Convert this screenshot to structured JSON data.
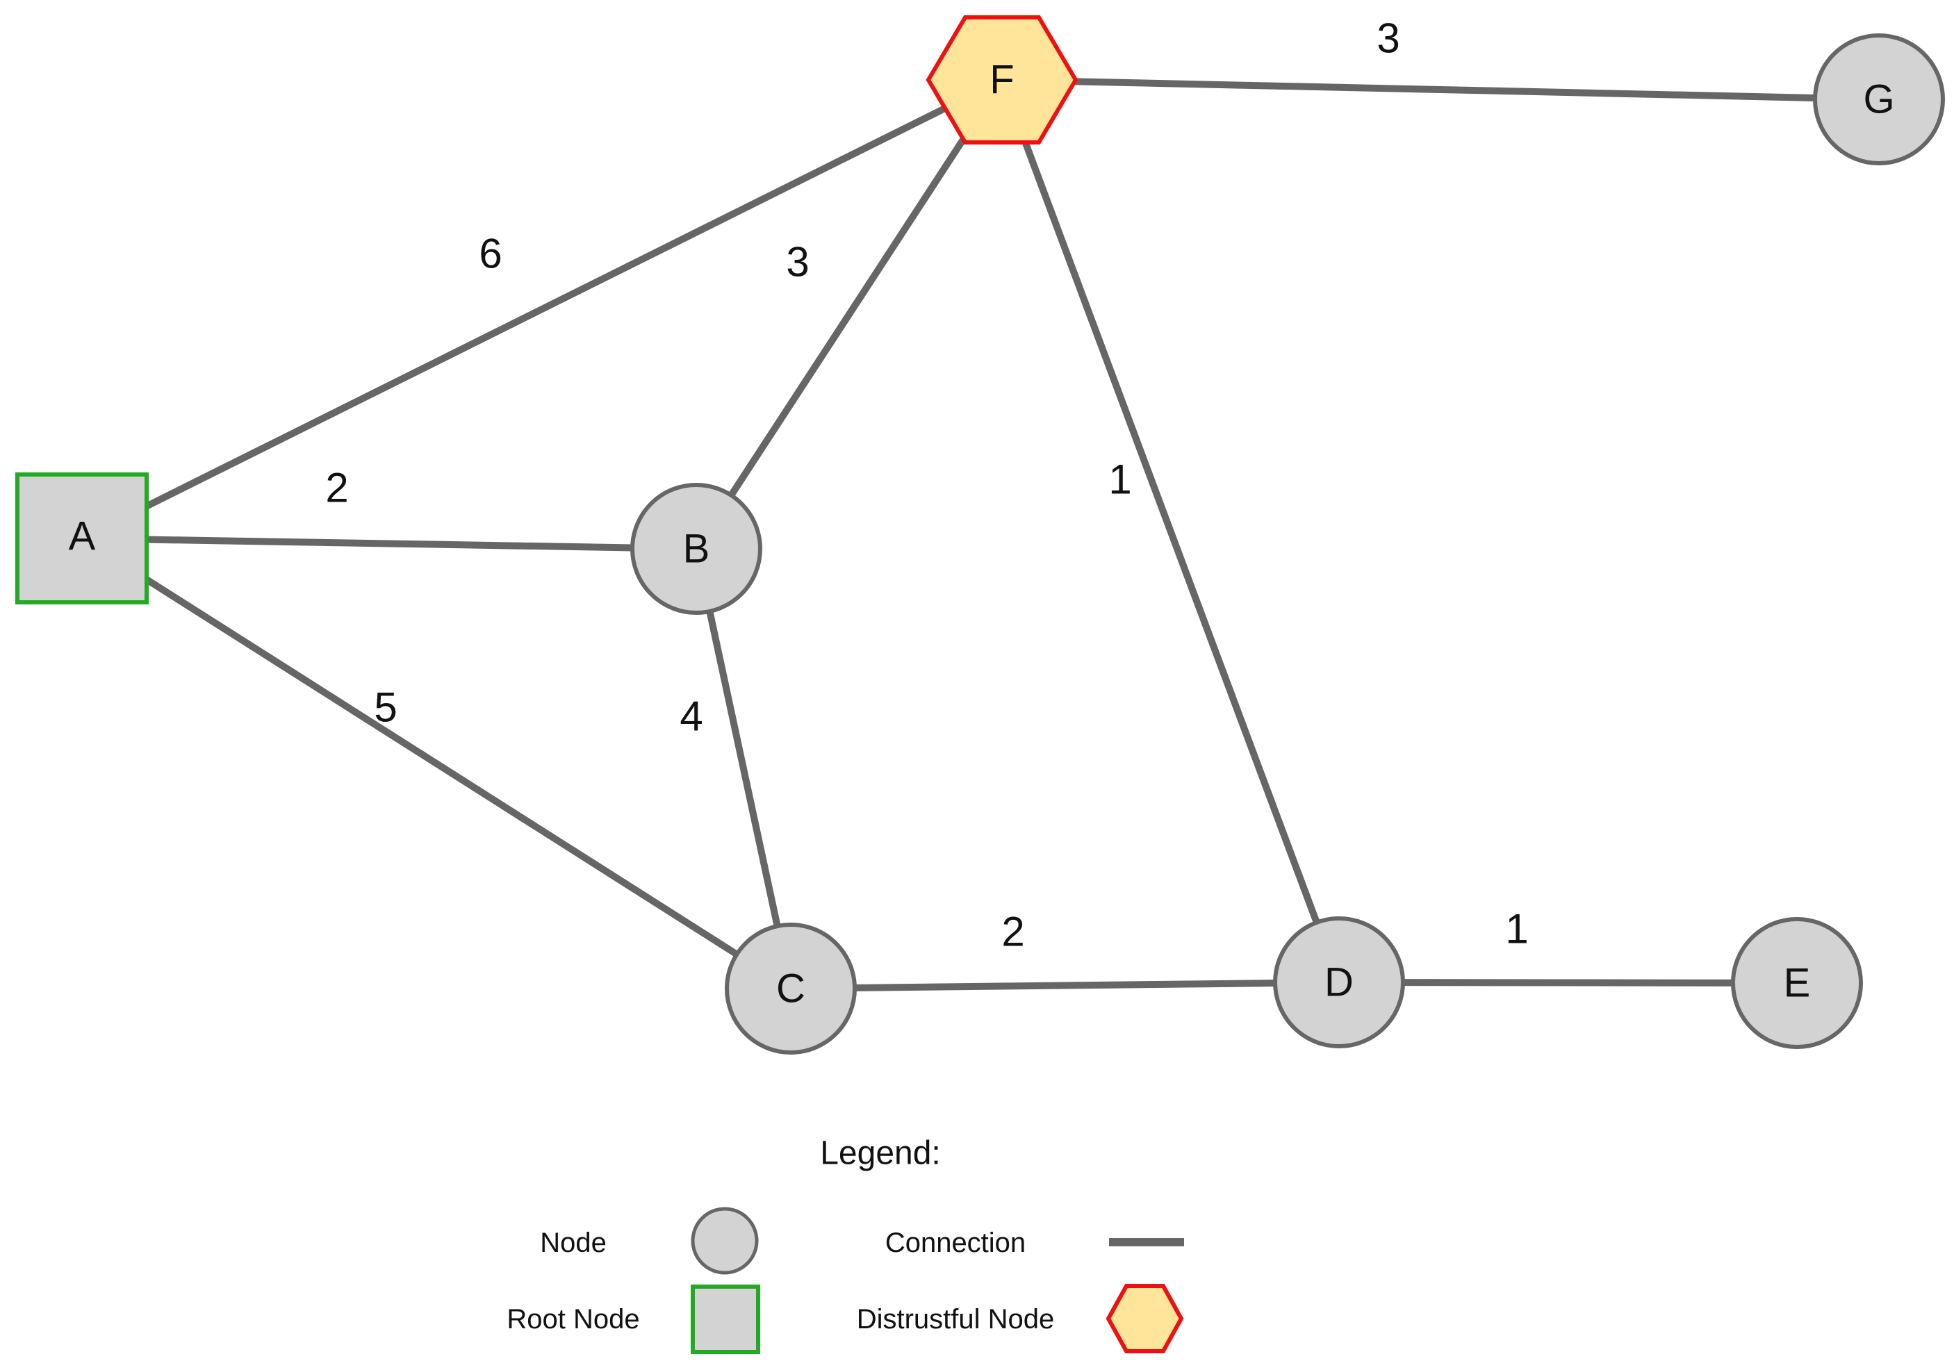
{
  "colors": {
    "edge": "#666666",
    "node_fill": "#d3d3d3",
    "node_stroke": "#666666",
    "root_stroke": "#22aa22",
    "distrustful_fill": "#ffe599",
    "distrustful_stroke": "#ee1111",
    "text": "#111111"
  },
  "nodes": [
    {
      "id": "A",
      "label": "A",
      "kind": "root"
    },
    {
      "id": "B",
      "label": "B",
      "kind": "node"
    },
    {
      "id": "C",
      "label": "C",
      "kind": "node"
    },
    {
      "id": "D",
      "label": "D",
      "kind": "node"
    },
    {
      "id": "E",
      "label": "E",
      "kind": "node"
    },
    {
      "id": "F",
      "label": "F",
      "kind": "distrustful"
    },
    {
      "id": "G",
      "label": "G",
      "kind": "node"
    }
  ],
  "edges": [
    {
      "id": "A-F",
      "from": "A",
      "to": "F",
      "weight": "6"
    },
    {
      "id": "A-B",
      "from": "A",
      "to": "B",
      "weight": "2"
    },
    {
      "id": "A-C",
      "from": "A",
      "to": "C",
      "weight": "5"
    },
    {
      "id": "B-F",
      "from": "B",
      "to": "F",
      "weight": "3"
    },
    {
      "id": "B-C",
      "from": "B",
      "to": "C",
      "weight": "4"
    },
    {
      "id": "F-D",
      "from": "F",
      "to": "D",
      "weight": "1"
    },
    {
      "id": "F-G",
      "from": "F",
      "to": "G",
      "weight": "3"
    },
    {
      "id": "C-D",
      "from": "C",
      "to": "D",
      "weight": "2"
    },
    {
      "id": "D-E",
      "from": "D",
      "to": "E",
      "weight": "1"
    }
  ],
  "legend": {
    "title": "Legend:",
    "node_label": "Node",
    "root_label": "Root Node",
    "connection_label": "Connection",
    "distrustful_label": "Distrustful Node"
  }
}
